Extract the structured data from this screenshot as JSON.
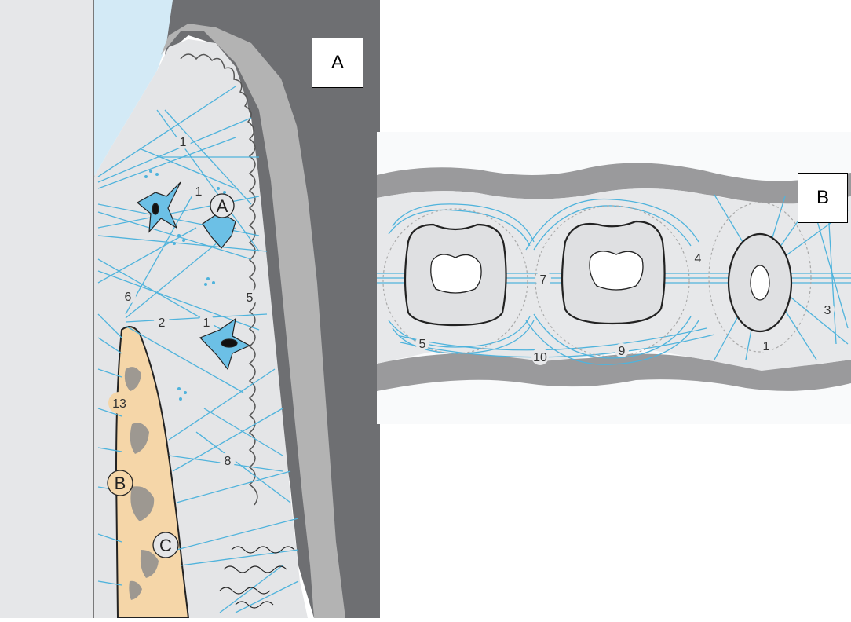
{
  "panel_a": {
    "box_label": "A",
    "numbers": {
      "n1a": "1",
      "n1b": "1",
      "n1c": "1",
      "n2": "2",
      "n5": "5",
      "n6": "6",
      "n8": "8",
      "n13": "13"
    },
    "circled": {
      "a": "A",
      "b": "B",
      "c": "C"
    }
  },
  "panel_b": {
    "box_label": "B",
    "numbers": {
      "n1": "1",
      "n3": "3",
      "n4": "4",
      "n5": "5",
      "n7": "7",
      "n9": "9",
      "n10": "10"
    }
  },
  "colors": {
    "fiber": "#4fb3dc",
    "gingiva": "#e6e6e6",
    "epithelium": "#b6b6b6",
    "dark": "#6b6b6b",
    "bone": "#f5d7ab",
    "enamel": "#d0e9f5",
    "tooth": "#dcdde0"
  }
}
